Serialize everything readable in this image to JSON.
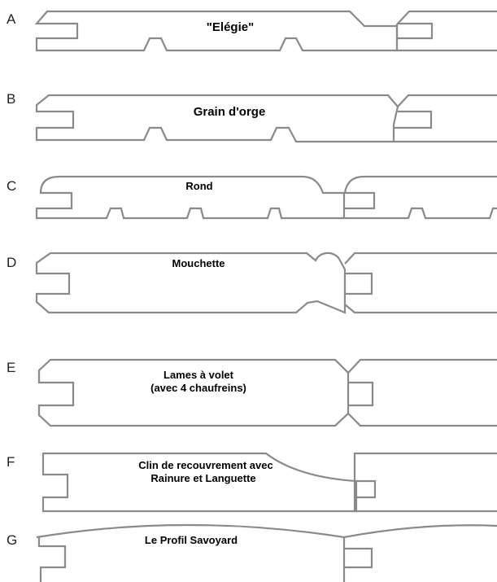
{
  "colors": {
    "outline": "#8a8a8a",
    "text": "#000000",
    "letter": "#222222",
    "background": "#ffffff"
  },
  "profiles": [
    {
      "letter": "A",
      "label_lines": [
        "\"Elégie\""
      ]
    },
    {
      "letter": "B",
      "label_lines": [
        "Grain d'orge"
      ]
    },
    {
      "letter": "C",
      "label_lines": [
        "Rond"
      ]
    },
    {
      "letter": "D",
      "label_lines": [
        "Mouchette"
      ]
    },
    {
      "letter": "E",
      "label_lines": [
        "Lames à volet",
        "(avec 4 chaufreins)"
      ]
    },
    {
      "letter": "F",
      "label_lines": [
        "Clin de recouvrement avec",
        "Rainure et Languette"
      ]
    },
    {
      "letter": "G",
      "label_lines": [
        "Le Profil Savoyard"
      ]
    }
  ]
}
